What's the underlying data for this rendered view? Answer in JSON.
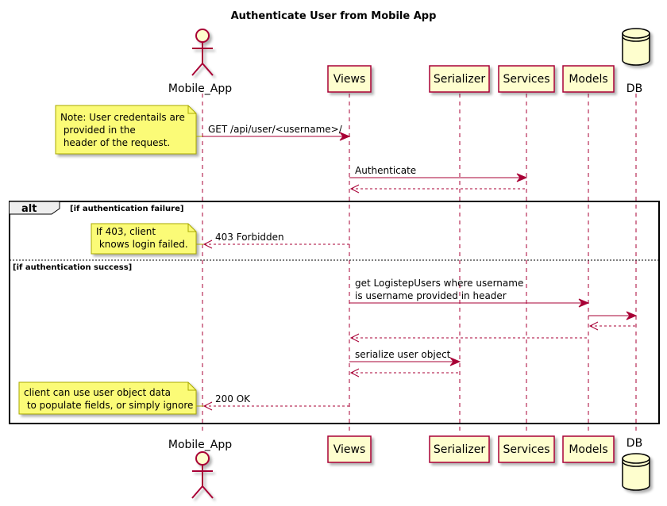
{
  "title": "Authenticate User from Mobile App",
  "participants": {
    "mobile_app": "Mobile_App",
    "views": "Views",
    "serializer": "Serializer",
    "services": "Services",
    "models": "Models",
    "db": "DB"
  },
  "messages": {
    "get_user": "GET /api/user/<username>/",
    "authenticate": "Authenticate",
    "forbidden": "403 Forbidden",
    "get_users_1": "get LogistepUsers where username",
    "get_users_2": "is username provided in header",
    "serialize": "serialize user object",
    "ok": "200 OK"
  },
  "notes": {
    "credentials": [
      "Note: User credentails are",
      " provided in the",
      " header of the request."
    ],
    "forbidden": [
      "If 403, client",
      " knows login failed."
    ],
    "ok": [
      "client can use user object data",
      " to populate fields, or simply ignore"
    ]
  },
  "fragment": {
    "keyword": "alt",
    "guard_failure": "[if authentication failure]",
    "guard_success": "[if authentication success]"
  },
  "colors": {
    "line": "#A80036",
    "participant_fill": "#FEFECE",
    "note_fill": "#FBFB77",
    "note_border": "#A8A800",
    "frame": "#000000"
  }
}
